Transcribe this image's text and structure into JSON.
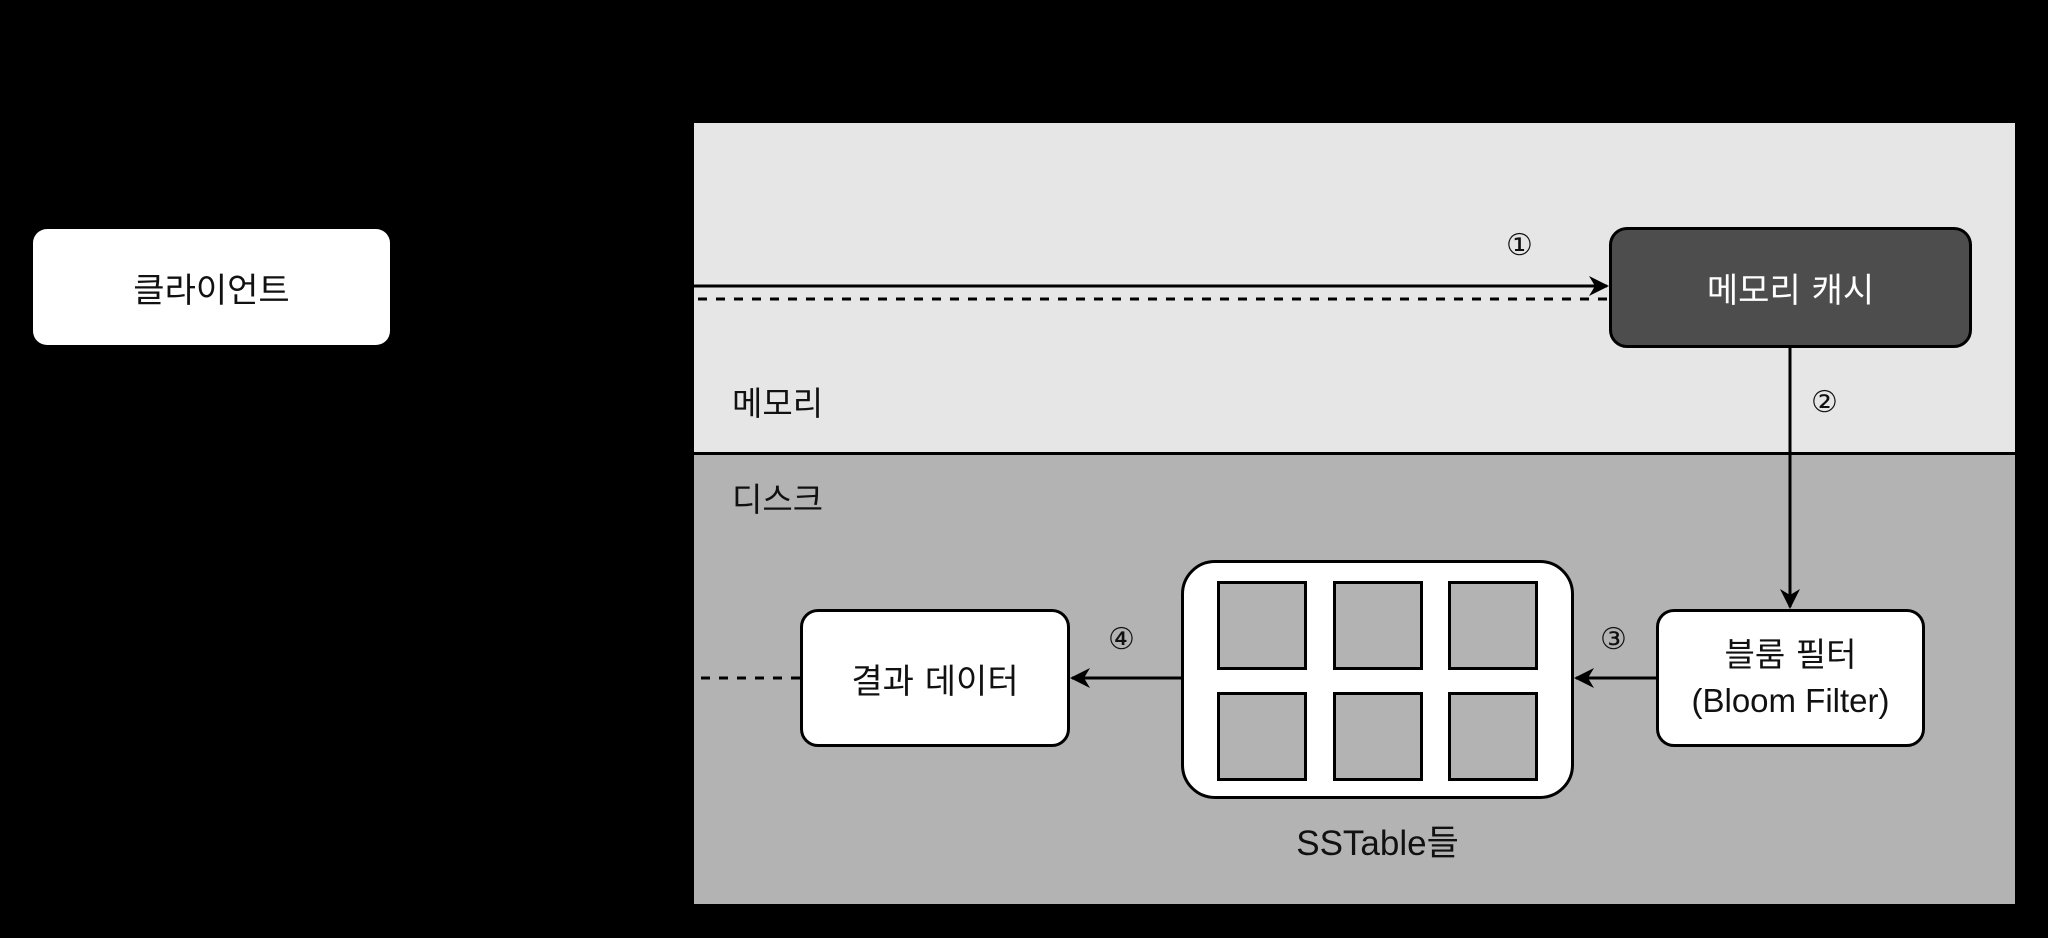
{
  "diagram": {
    "client": {
      "label": "클라이언트"
    },
    "zones": {
      "memory": {
        "label": "메모리",
        "color": "#e6e6e6"
      },
      "disk": {
        "label": "디스크",
        "color": "#b3b3b3"
      }
    },
    "nodes": {
      "memory_cache": {
        "label": "메모리 캐시",
        "fill": "#4d4d4d"
      },
      "bloom_filter": {
        "label_ko": "블룸 필터",
        "label_en": "(Bloom Filter)"
      },
      "sstables": {
        "label": "SSTable들",
        "grid_rows": 2,
        "grid_cols": 3
      },
      "result_data": {
        "label": "결과 데이터"
      }
    },
    "steps": [
      {
        "id": "1",
        "symbol": "①",
        "from": "client",
        "to": "memory_cache"
      },
      {
        "id": "2",
        "symbol": "②",
        "from": "memory_cache",
        "to": "bloom_filter"
      },
      {
        "id": "3",
        "symbol": "③",
        "from": "bloom_filter",
        "to": "sstables"
      },
      {
        "id": "4",
        "symbol": "④",
        "from": "sstables",
        "to": "result_data"
      }
    ]
  }
}
